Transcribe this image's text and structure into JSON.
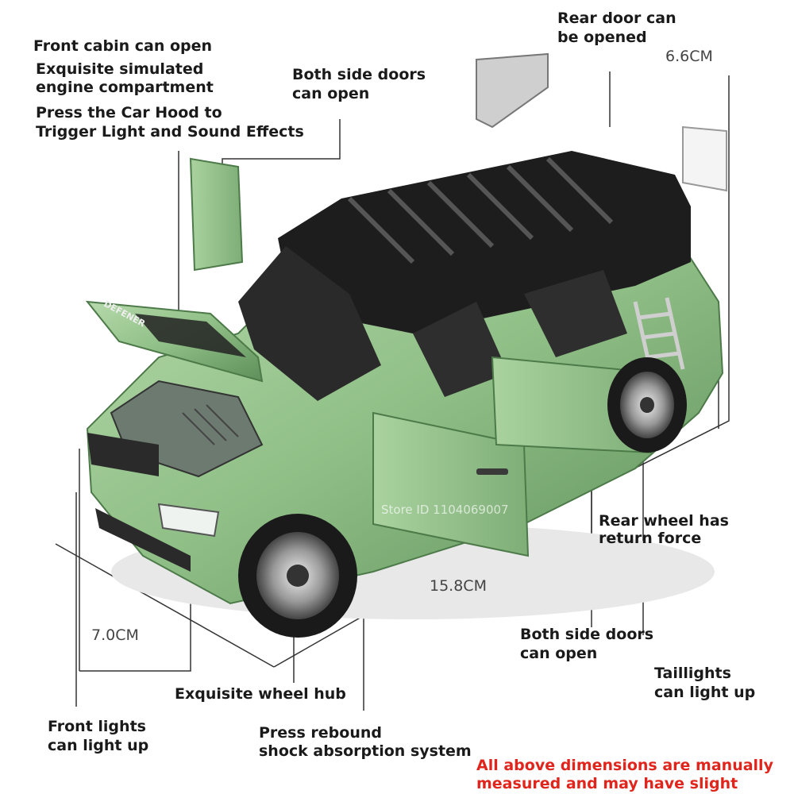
{
  "labels": {
    "front_cabin_1": "Front cabin can open",
    "front_cabin_2": "Exquisite simulated",
    "front_cabin_3": "engine compartment",
    "hood_1": "Press the Car Hood to",
    "hood_2": "Trigger Light and Sound Effects",
    "side_doors_top_1": "Both side doors",
    "side_doors_top_2": "can open",
    "rear_door_1": "Rear door can",
    "rear_door_2": "be opened",
    "rear_wheel_1": "Rear wheel has",
    "rear_wheel_2": "return force",
    "side_doors_bottom_1": "Both side doors",
    "side_doors_bottom_2": "can open",
    "taillights_1": "Taillights",
    "taillights_2": "can light up",
    "wheel_hub": "Exquisite wheel hub",
    "front_lights_1": "Front lights",
    "front_lights_2": "can light up",
    "shock_1": "Press rebound",
    "shock_2": "shock absorption system",
    "disclaimer_1": "All above dimensions are manually",
    "disclaimer_2": "measured and may have slight"
  },
  "dimensions": {
    "height": "6.6CM",
    "length": "15.8CM",
    "width": "7.0CM"
  },
  "watermark": "Store ID 1104069007",
  "hood_badge": "DEFENER",
  "colors": {
    "body_green": "#8fbf86",
    "roof_black": "#1d1d1d",
    "label_text": "#1a1a1a",
    "disclaimer_red": "#e0261c"
  }
}
